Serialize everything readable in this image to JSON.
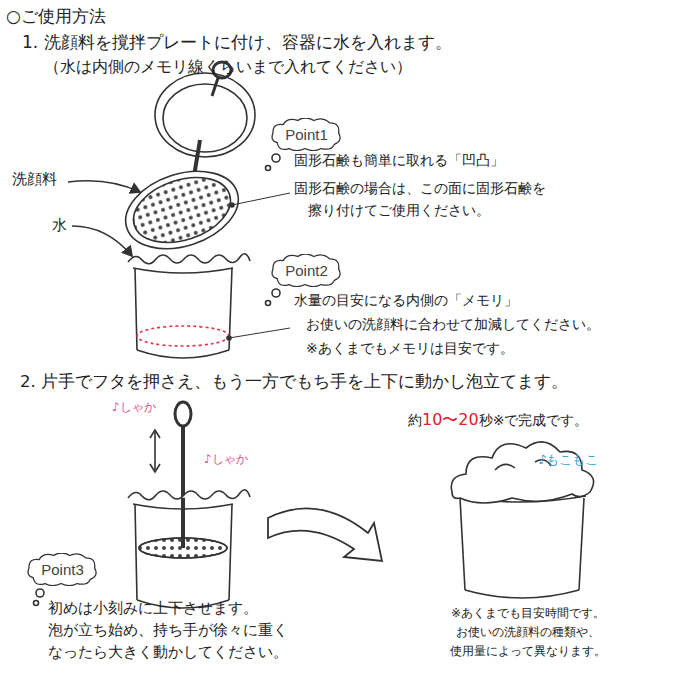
{
  "diagram": {
    "title": "○ご使用方法",
    "nodes": [
      {
        "text": [
          "Point1"
        ]
      },
      {
        "text": [
          "Point2"
        ]
      },
      {
        "text": [
          "Point3"
        ]
      }
    ],
    "labels": [
      "1. 洗顔料を撹拌プレートに付け、容器に水を入れます。",
      "（水は内側のメモリ線くらいまで入れてください）",
      "洗顔料",
      "水",
      "固形石鹸も簡単に取れる「凹凸」",
      "固形石鹸の場合は、この面に固形石鹸を",
      "擦り付けてご使用ください。",
      "水量の目安になる内側の「メモリ」",
      "お使いの洗顔料に合わせて加減してください。",
      "※あくまでもメモリは目安です。",
      "2. 片手でフタを押さえ、もう一方でもち手を上下に動かし泡立てます。",
      "♪しゃか",
      "♪しゃか",
      "約",
      "10〜20",
      "秒※で完成です。",
      "♪もこもこ",
      "初めは小刻みに上下させます。",
      "泡が立ち始め、持ち手が徐々に重く",
      "なったら大きく動かしてください。",
      "※あくまでも目安時間です。",
      "お使いの洗顔料の種類や、",
      "使用量によって異なります。"
    ]
  }
}
